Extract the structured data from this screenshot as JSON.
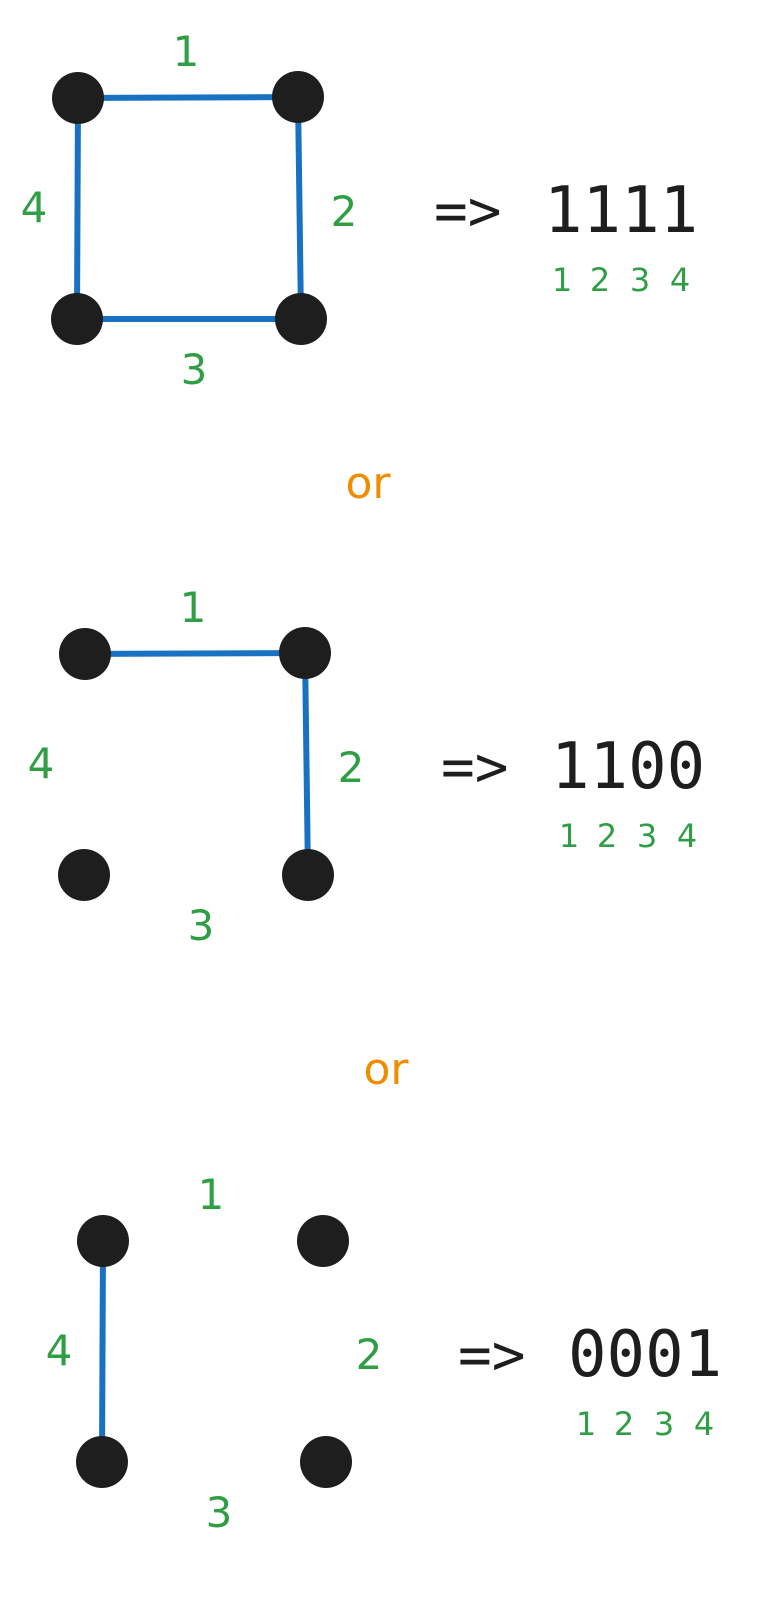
{
  "colors": {
    "node": "#1e1e1e",
    "edge": "#1971c2",
    "label": "#2f9e44",
    "or": "#f08c00",
    "text": "#1e1e1e"
  },
  "arrow": "=>",
  "connector": "or",
  "position_labels": [
    "1",
    "2",
    "3",
    "4"
  ],
  "diagrams": [
    {
      "edge_labels": [
        "1",
        "2",
        "3",
        "4"
      ],
      "edges_present": [
        true,
        true,
        true,
        true
      ],
      "code": "1111"
    },
    {
      "edge_labels": [
        "1",
        "2",
        "3",
        "4"
      ],
      "edges_present": [
        true,
        true,
        false,
        false
      ],
      "code": "1100"
    },
    {
      "edge_labels": [
        "1",
        "2",
        "3",
        "4"
      ],
      "edges_present": [
        false,
        false,
        false,
        true
      ],
      "code": "0001"
    }
  ]
}
